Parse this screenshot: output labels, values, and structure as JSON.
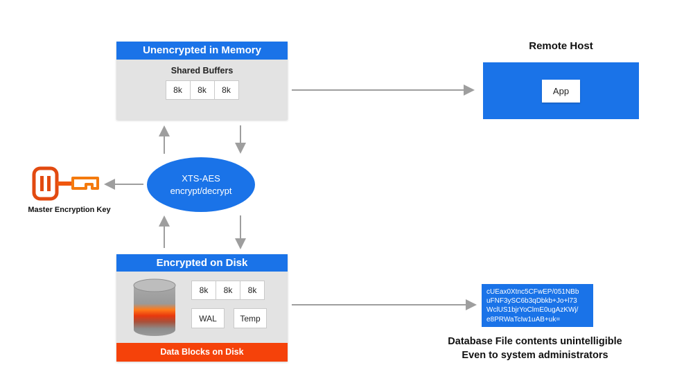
{
  "diagram": {
    "memory": {
      "title": "Unencrypted in Memory",
      "subtitle": "Shared Buffers",
      "blocks": [
        "8k",
        "8k",
        "8k"
      ]
    },
    "remote": {
      "heading": "Remote Host",
      "app_label": "App"
    },
    "cipher_engine": {
      "line1": "XTS-AES",
      "line2": "encrypt/decrypt"
    },
    "master_key": {
      "label": "Master Encryption Key"
    },
    "disk": {
      "title": "Encrypted on Disk",
      "blocks": [
        "8k",
        "8k",
        "8k"
      ],
      "files": [
        "WAL",
        "Temp"
      ],
      "footer": "Data Blocks on Disk"
    },
    "ciphertext": {
      "lines": [
        "cUEax0Xtnc5CFwEP/051NBb",
        "uFNF3ySC6b3qDbkb+Jo+l73",
        "WclUS1bjrYoClmE0ugAzKWj/",
        "e8PRWaTcIw1uAB+uk="
      ],
      "caption_line1": "Database File contents unintelligible",
      "caption_line2": "Even to system administrators"
    }
  },
  "colors": {
    "primary_blue": "#1a73e8",
    "accent_orange": "#f5420a",
    "body_gray": "#e3e3e3",
    "arrow_gray": "#9e9e9e",
    "key_orange": "#f0570e"
  }
}
